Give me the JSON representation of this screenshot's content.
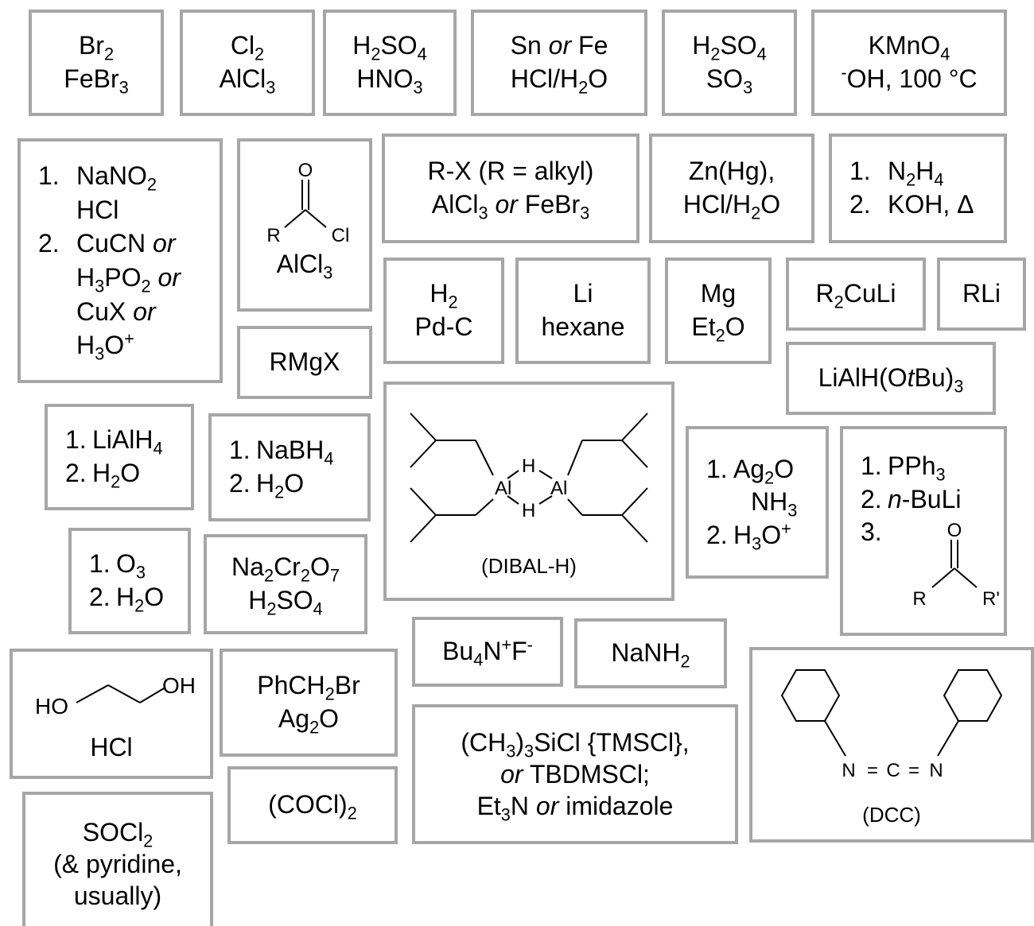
{
  "reagent_cards": {
    "bromination": {
      "line1": "Br",
      "line1_sub": "2",
      "line2": "FeBr",
      "line2_sub": "3"
    },
    "chlorination": {
      "line1": "Cl",
      "line1_sub": "2",
      "line2": "AlCl",
      "line2_sub": "3"
    },
    "nitration": {
      "a": "H",
      "a_sub": "2",
      "b": "SO",
      "b_sub": "4",
      "c": "HNO",
      "c_sub": "3"
    },
    "nitro_reduction": {
      "sn": "Sn ",
      "or": "or",
      "fe": " Fe",
      "hcl": "HCl/H",
      "h_sub": "2",
      "o": "O"
    },
    "sulfonation": {
      "a": "H",
      "a_sub": "2",
      "b": "SO",
      "b_sub": "4",
      "c": "SO",
      "c_sub": "3"
    },
    "kmno4": {
      "a": "KMnO",
      "a_sub": "4",
      "minus": "-",
      "b": "OH, 100 °C"
    },
    "diazonium": {
      "n1": "1.",
      "step1a": "NaNO",
      "step1a_sub": "2",
      "step1b": "HCl",
      "n2": "2.",
      "s2a": "CuCN ",
      "or1": "or",
      "s2b": "H",
      "s2b_sub": "3",
      "s2c": "PO",
      "s2c_sub": "2",
      "or2": " or",
      "s2d": "CuX ",
      "or3": "or",
      "s2e": "H",
      "s2e_sub": "3",
      "s2f": "O",
      "s2f_sup": "+"
    },
    "acylation": {
      "o": "O",
      "r": "R",
      "cl": "Cl",
      "cat": "AlCl",
      "cat_sub": "3"
    },
    "alkylation": {
      "l1": "R-X (R = alkyl)",
      "a": "AlCl",
      "a_sub": "3",
      "or": " or",
      "b": " FeBr",
      "b_sub": "3"
    },
    "clemmensen": {
      "l1": "Zn(Hg),",
      "a": "HCl/H",
      "a_sub": "2",
      "b": "O"
    },
    "wolff_kishner": {
      "n1": "1.",
      "a": "N",
      "a_sub": "2",
      "b": "H",
      "b_sub": "4",
      "n2": "2.",
      "c": "KOH, Δ"
    },
    "hydrogenation": {
      "a": "H",
      "a_sub": "2",
      "b": "Pd-C"
    },
    "lithium": {
      "a": "Li",
      "b": "hexane"
    },
    "magnesium": {
      "a": "Mg",
      "b": "Et",
      "b_sub": "2",
      "c": "O"
    },
    "cuprate": {
      "a": "R",
      "a_sub": "2",
      "b": "CuLi"
    },
    "rli": {
      "a": "RLi"
    },
    "grignard": {
      "a": "RMgX"
    },
    "lialh_otbu": {
      "a": "LiAlH(O",
      "t": "t",
      "b": "Bu)",
      "b_sub": "3"
    },
    "lialh4": {
      "n1": "1.",
      "a": "LiAlH",
      "a_sub": "4",
      "n2": "2.",
      "b": "H",
      "b_sub": "2",
      "c": "O"
    },
    "nabh4": {
      "n1": "1.",
      "a": "NaBH",
      "a_sub": "4",
      "n2": "2.",
      "b": "H",
      "b_sub": "2",
      "c": "O"
    },
    "dibal": {
      "al": "Al",
      "h": "H",
      "caption": "(DIBAL-H)"
    },
    "tollens": {
      "n1": "1.",
      "a": "Ag",
      "a_sub": "2",
      "b": "O",
      "c": "NH",
      "c_sub": "3",
      "n2": "2.",
      "d": "H",
      "d_sub": "3",
      "e": "O",
      "e_sup": "+"
    },
    "wittig": {
      "n1": "1.",
      "a": "PPh",
      "a_sub": "3",
      "n2": "2.",
      "b_i": "n",
      "b": "-BuLi",
      "n3": "3.",
      "o": "O",
      "r": "R",
      "rp": "R'"
    },
    "ozonolysis": {
      "n1": "1.",
      "a": "O",
      "a_sub": "3",
      "n2": "2.",
      "b": "H",
      "b_sub": "2",
      "c": "O"
    },
    "dichromate": {
      "a": "Na",
      "a_sub": "2",
      "b": "Cr",
      "b_sub": "2",
      "c": "O",
      "c_sub": "7",
      "d": "H",
      "d_sub": "2",
      "e": "SO",
      "e_sub": "4"
    },
    "tbaf": {
      "a": "Bu",
      "a_sub": "4",
      "b": "N",
      "b_sup": "+",
      "c": "F",
      "c_sup": "-"
    },
    "nanh2": {
      "a": "NaNH",
      "a_sub": "2"
    },
    "acetal": {
      "ho": "HO",
      "oh": "OH",
      "hcl": "HCl"
    },
    "benzyl": {
      "a": "PhCH",
      "a_sub": "2",
      "b": "Br",
      "c": "Ag",
      "c_sub": "2",
      "d": "O"
    },
    "silyl": {
      "a": "(CH",
      "a_sub": "3",
      "b": ")",
      "b_sub": "3",
      "c": "SiCl {TMSCl},",
      "or1": "or",
      "d": " TBDMSCl;",
      "e": "Et",
      "e_sub": "3",
      "f": "N ",
      "or2": "or",
      "g": " imidazole"
    },
    "dcc": {
      "n": "N",
      "eq1": "=",
      "c": "C",
      "eq2": "=",
      "n2": "N",
      "caption": "(DCC)"
    },
    "thionyl": {
      "a": "SOCl",
      "a_sub": "2",
      "b": "(& pyridine,",
      "c": "usually)"
    },
    "oxalyl": {
      "a": "(COCl)",
      "a_sub": "2"
    }
  },
  "colors": {
    "border": "#a6a6a6",
    "ink": "#000000",
    "background": "#ffffff"
  }
}
